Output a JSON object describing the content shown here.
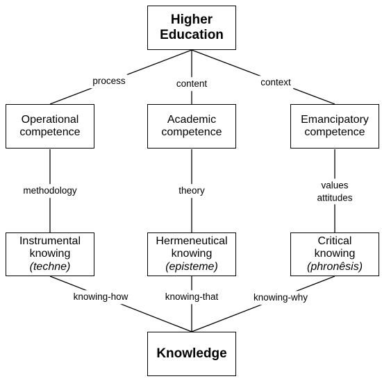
{
  "top": {
    "line1": "Higher",
    "line2": "Education"
  },
  "competences": [
    {
      "line1": "Operational",
      "line2": "competence",
      "edge_label": "process"
    },
    {
      "line1": "Academic",
      "line2": "competence",
      "edge_label": "content"
    },
    {
      "line1": "Emancipatory",
      "line2": "competence",
      "edge_label": "context"
    }
  ],
  "knowings": [
    {
      "line1": "Instrumental",
      "line2": "knowing",
      "line3": "(techne)",
      "upper_label": "methodology",
      "lower_label": "knowing-how"
    },
    {
      "line1": "Hermeneutical",
      "line2": "knowing",
      "line3": "(episteme)",
      "upper_label": "theory",
      "lower_label": "knowing-that"
    },
    {
      "line1": "Critical",
      "line2": "knowing",
      "line3": "(phronêsis)",
      "upper_label": "values",
      "upper_label2": "attitudes",
      "lower_label": "knowing-why"
    }
  ],
  "bottom": {
    "label": "Knowledge"
  }
}
